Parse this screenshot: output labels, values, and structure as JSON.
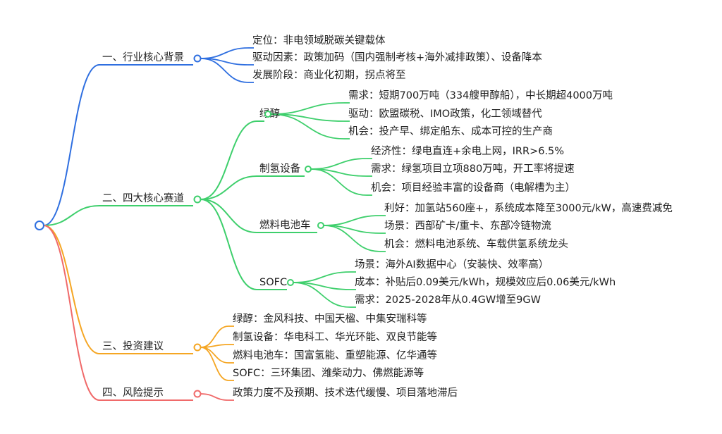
{
  "mindmap": {
    "colors": {
      "background": "#1f1f1f",
      "investment": "#f5a623",
      "tracks": "#3ecf6c",
      "risk": "#f06a6a",
      "root": "#2f6fe0"
    },
    "branches": [
      {
        "label": "一、行业核心背景",
        "color_key": "background",
        "items": [
          {
            "label": "定位：非电领域脱碳关键载体"
          },
          {
            "label": "驱动因素：政策加码（国内强制考核+海外减排政策）、设备降本"
          },
          {
            "label": "发展阶段：商业化初期，拐点将至"
          }
        ]
      },
      {
        "label": "二、四大核心赛道",
        "color_key": "tracks",
        "items": [
          {
            "label": "绿醇",
            "items": [
              {
                "label": "需求：短期700万吨（334艘甲醇船），中长期超4000万吨"
              },
              {
                "label": "驱动：欧盟碳税、IMO政策，化工领域替代"
              },
              {
                "label": "机会：投产早、绑定船东、成本可控的生产商"
              }
            ]
          },
          {
            "label": "制氢设备",
            "items": [
              {
                "label": "经济性：绿电直连+余电上网，IRR>6.5%"
              },
              {
                "label": "需求：绿氢项目立项880万吨，开工率将提速"
              },
              {
                "label": "机会：项目经验丰富的设备商（电解槽为主）"
              }
            ]
          },
          {
            "label": "燃料电池车",
            "items": [
              {
                "label": "利好：加氢站560座+，系统成本降至3000元/kW，高速费减免"
              },
              {
                "label": "场景：西部矿卡/重卡、东部冷链物流"
              },
              {
                "label": "机会：燃料电池系统、车载供氢系统龙头"
              }
            ]
          },
          {
            "label": "SOFC",
            "items": [
              {
                "label": "场景：海外AI数据中心（安装快、效率高）"
              },
              {
                "label": "成本：补贴后0.09美元/kWh，规模效应后0.06美元/kWh"
              },
              {
                "label": "需求：2025-2028年从0.4GW增至9GW"
              }
            ]
          }
        ]
      },
      {
        "label": "三、投资建议",
        "color_key": "investment",
        "items": [
          {
            "label": "绿醇：金风科技、中国天楹、中集安瑞科等"
          },
          {
            "label": "制氢设备：华电科工、华光环能、双良节能等"
          },
          {
            "label": "燃料电池车：国富氢能、重塑能源、亿华通等"
          },
          {
            "label": "SOFC：三环集团、潍柴动力、佛燃能源等"
          }
        ]
      },
      {
        "label": "四、风险提示",
        "color_key": "risk",
        "items": [
          {
            "label": "政策力度不及预期、技术迭代缓慢、项目落地滞后"
          }
        ]
      }
    ]
  }
}
